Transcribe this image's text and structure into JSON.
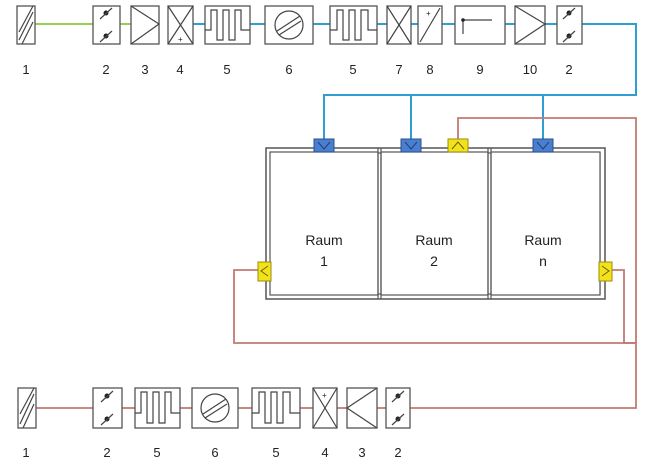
{
  "supply_row": {
    "labels": [
      "1",
      "2",
      "3",
      "4",
      "5",
      "6",
      "5",
      "7",
      "8",
      "9",
      "10",
      "2"
    ]
  },
  "rooms": [
    {
      "name": "Raum",
      "number": "1"
    },
    {
      "name": "Raum",
      "number": "2"
    },
    {
      "name": "Raum",
      "number": "n"
    }
  ],
  "exhaust_row": {
    "labels": [
      "1",
      "2",
      "5",
      "6",
      "5",
      "4",
      "3",
      "2"
    ]
  },
  "colors": {
    "outdoor_air": "#9acd55",
    "supply_air": "#2e9fd0",
    "exhaust_air": "#c27a72",
    "supply_outlet": "#4a7fd0",
    "exhaust_inlet": "#f2e21a"
  }
}
